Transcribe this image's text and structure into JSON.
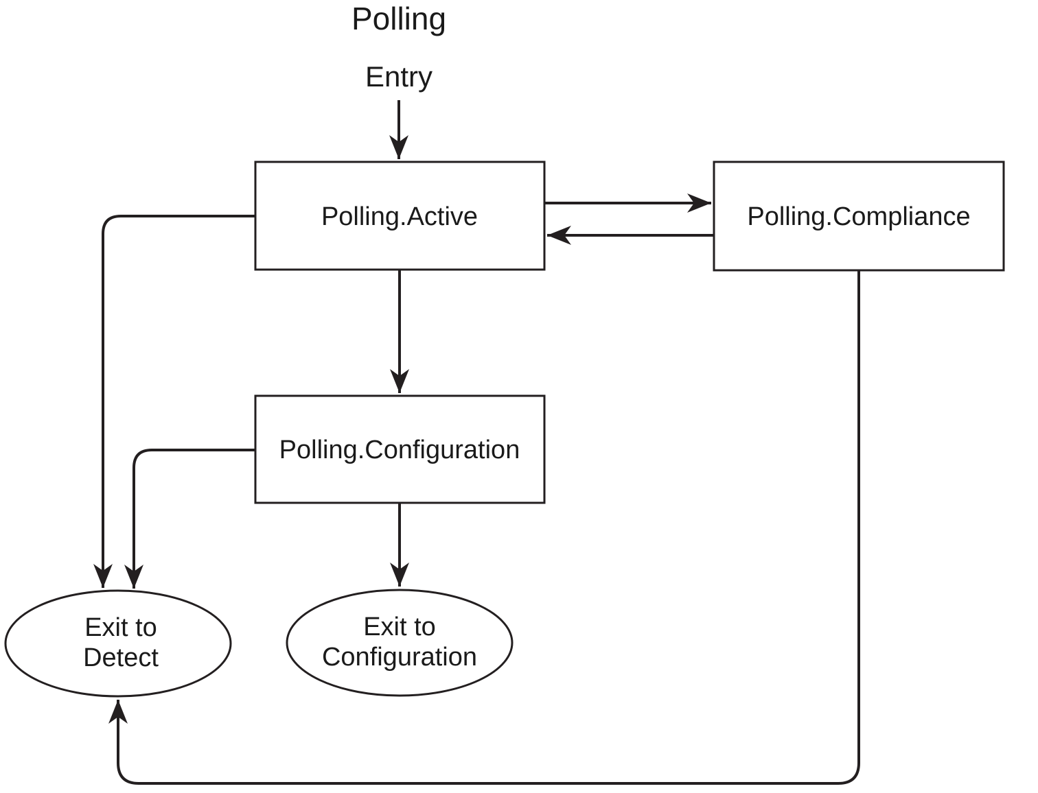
{
  "diagram": {
    "title": "Polling",
    "entry_label": "Entry",
    "colors": {
      "line": "#231f20",
      "text": "#1a1a1a",
      "background": "#ffffff"
    },
    "nodes": {
      "active": {
        "label": "Polling.Active",
        "shape": "rectangle"
      },
      "compliance": {
        "label": "Polling.Compliance",
        "shape": "rectangle"
      },
      "configuration": {
        "label": "Polling.Configuration",
        "shape": "rectangle"
      },
      "exit_detect": {
        "line1": "Exit to",
        "line2": "Detect",
        "shape": "ellipse"
      },
      "exit_configuration": {
        "line1": "Exit to",
        "line2": "Configuration",
        "shape": "ellipse"
      }
    },
    "edges": [
      {
        "from": "entry",
        "to": "active",
        "style": "arrow"
      },
      {
        "from": "active",
        "to": "compliance",
        "style": "arrow"
      },
      {
        "from": "compliance",
        "to": "active",
        "style": "arrow"
      },
      {
        "from": "active",
        "to": "configuration",
        "style": "arrow"
      },
      {
        "from": "active",
        "to": "exit_detect",
        "style": "arrow"
      },
      {
        "from": "configuration",
        "to": "exit_detect",
        "style": "arrow"
      },
      {
        "from": "configuration",
        "to": "exit_configuration",
        "style": "arrow"
      },
      {
        "from": "compliance",
        "to": "exit_detect",
        "style": "arrow"
      }
    ]
  }
}
